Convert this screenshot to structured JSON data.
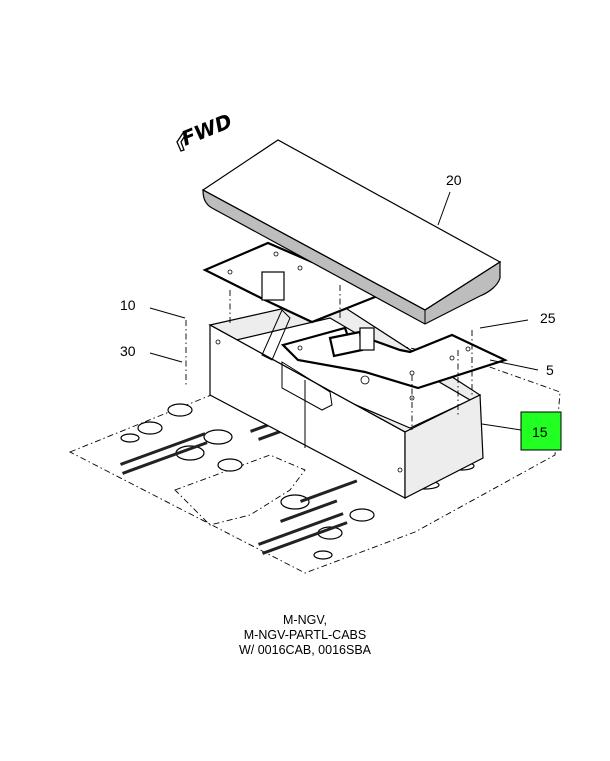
{
  "diagram": {
    "direction_label": "FWD",
    "callouts": [
      {
        "id": "callout-20",
        "label": "20"
      },
      {
        "id": "callout-10",
        "label": "10"
      },
      {
        "id": "callout-25",
        "label": "25"
      },
      {
        "id": "callout-30",
        "label": "30"
      },
      {
        "id": "callout-5",
        "label": "5"
      },
      {
        "id": "callout-15",
        "label": "15",
        "highlighted": true
      }
    ],
    "highlight_color": "#22ff22",
    "caption_lines": [
      "M-NGV,",
      "M-NGV-PARTL-CABS",
      "W/ 0016CAB, 0016SBA"
    ]
  }
}
